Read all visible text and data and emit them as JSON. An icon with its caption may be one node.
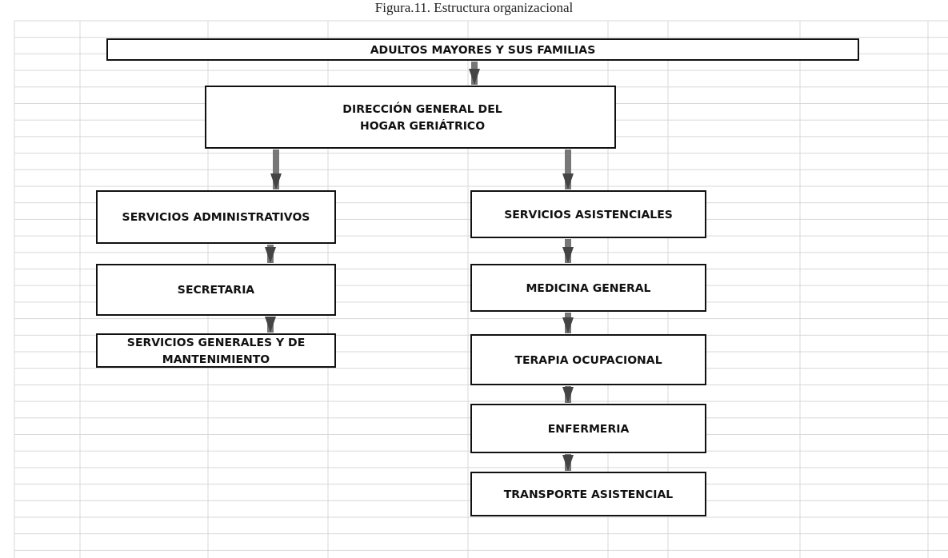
{
  "diagram": {
    "title": "Figura.11. Estructura organizacional",
    "nodes": [
      {
        "text": [
          "ADULTOS MAYORES Y SUS FAMILIAS"
        ]
      },
      {
        "text": [
          "DIRECCIÓN GENERAL DEL HOGAR GERIÁTRICO"
        ]
      },
      {
        "text": [
          "SERVICIOS ADMINISTRATIVOS"
        ]
      },
      {
        "text": [
          "SERVICIOS ASISTENCIALES"
        ]
      },
      {
        "text": [
          "SECRETARIA"
        ]
      },
      {
        "text": [
          "MEDICINA GENERAL"
        ]
      },
      {
        "text": [
          "SERVICIOS GENERALES Y DE MANTENIMIENTO"
        ]
      },
      {
        "text": [
          "TERAPIA OCUPACIONAL"
        ]
      },
      {
        "text": [
          "ENFERMERIA"
        ]
      },
      {
        "text": [
          "TRANSPORTE ASISTENCIAL"
        ]
      }
    ],
    "edges": [
      {
        "from": 0,
        "to": 1,
        "arrow": "to"
      },
      {
        "from": 1,
        "to": 2,
        "arrow": "to"
      },
      {
        "from": 1,
        "to": 3,
        "arrow": "to"
      },
      {
        "from": 2,
        "to": 4,
        "arrow": "to"
      },
      {
        "from": 3,
        "to": 5,
        "arrow": "to"
      },
      {
        "from": 4,
        "to": 6,
        "arrow": "to"
      },
      {
        "from": 5,
        "to": 7,
        "arrow": "to"
      },
      {
        "from": 7,
        "to": 8,
        "arrow": "to"
      },
      {
        "from": 8,
        "to": 9,
        "arrow": "to"
      }
    ]
  }
}
